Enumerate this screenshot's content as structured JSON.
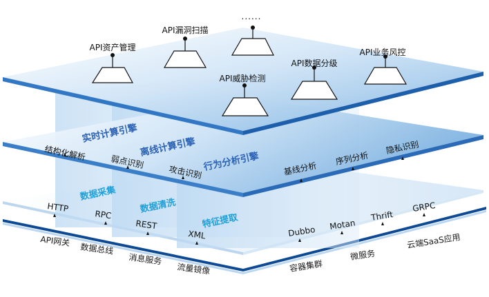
{
  "top_layer": {
    "ellipsis": "......",
    "modules": [
      "API资产管理",
      "API漏洞扫描",
      "API威胁检测",
      "API数据分级",
      "API业务风控"
    ]
  },
  "engines": [
    "实时计算引擎",
    "离线计算引擎",
    "行为分析引擎"
  ],
  "middle_layer": {
    "functions": [
      "结构化解析",
      "弱点识别",
      "攻击识别",
      "基线分析",
      "序列分析",
      "隐私识别"
    ]
  },
  "stages": [
    "数据采集",
    "数据清洗",
    "特征提取"
  ],
  "protocol_layer": {
    "protocols": [
      "HTTP",
      "RPC",
      "REST",
      "XML",
      "Dubbo",
      "Motan",
      "Thrift",
      "GRPC"
    ]
  },
  "sources": [
    "API网关",
    "数据总线",
    "消息服务",
    "流量镜像",
    "容器集群",
    "微服务",
    "云端SaaS应用"
  ],
  "colors": {
    "edge_dark": "#0e4a94",
    "edge_mid": "#3a7ec8",
    "panel_light": "#e4f0fb",
    "panel_mid": "#a8cdec",
    "engine_text": "#2c62b4",
    "stage_text": "#1fa0d8"
  }
}
